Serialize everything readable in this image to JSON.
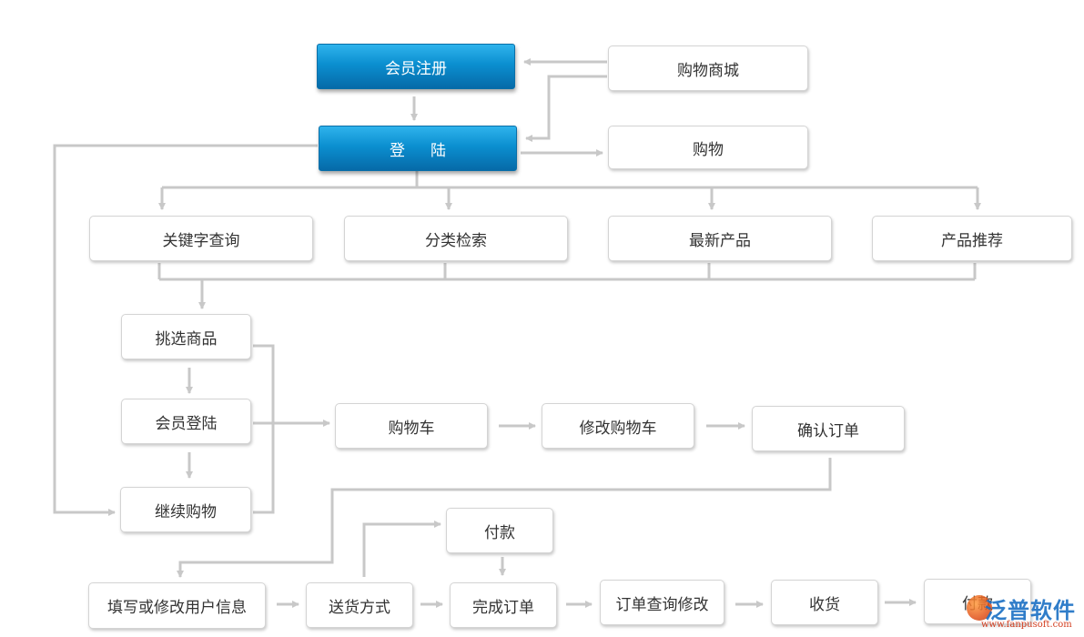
{
  "diagram": {
    "nodes": {
      "member_register": "会员注册",
      "shopping_mall": "购物商城",
      "login": "登陆",
      "shopping": "购物",
      "keyword_search": "关键字查询",
      "category_search": "分类检索",
      "newest_products": "最新产品",
      "product_recommend": "产品推荐",
      "pick_goods": "挑选商品",
      "member_login": "会员登陆",
      "continue_shopping": "继续购物",
      "cart": "购物车",
      "edit_cart": "修改购物车",
      "confirm_order": "确认订单",
      "fill_info": "填写或修改用户信息",
      "delivery_method": "送货方式",
      "payment_top": "付款",
      "complete_order": "完成订单",
      "order_query": "订单查询修改",
      "receive_goods": "收货",
      "payment_end": "付款"
    },
    "colors": {
      "primary_top": "#2fb3ec",
      "primary_bottom": "#066aa8",
      "connector": "#c8c8c8",
      "text": "#333333"
    }
  },
  "watermark": {
    "name": "泛普软件",
    "url": "www.fanpusoft.com",
    "icon": "fanpu-logo-icon"
  }
}
